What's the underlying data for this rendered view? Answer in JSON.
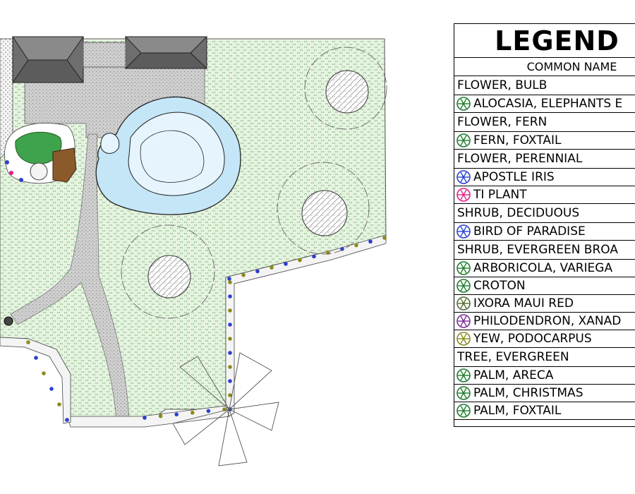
{
  "legend": {
    "title": "LEGEND",
    "subtitle": "COMMON NAME",
    "categories": [
      {
        "name": "FLOWER, BULB",
        "items": [
          {
            "label": "ALOCASIA, ELEPHANTS E",
            "icon": "alocasia-icon",
            "color": "#1b7d2d"
          }
        ]
      },
      {
        "name": "FLOWER, FERN",
        "items": [
          {
            "label": "FERN, FOXTAIL",
            "icon": "fern-icon",
            "color": "#1b7d2d"
          }
        ]
      },
      {
        "name": "FLOWER, PERENNIAL",
        "items": [
          {
            "label": "APOSTLE IRIS",
            "icon": "apostle-iris-icon",
            "color": "#2a3fcf"
          },
          {
            "label": "TI PLANT",
            "icon": "ti-plant-icon",
            "color": "#e0208a"
          }
        ]
      },
      {
        "name": "SHRUB, DECIDUOUS",
        "items": [
          {
            "label": "BIRD OF PARADISE",
            "icon": "bird-of-paradise-icon",
            "color": "#2a3fcf"
          }
        ]
      },
      {
        "name": "SHRUB, EVERGREEN BROA",
        "items": [
          {
            "label": "ARBORICOLA, VARIEGA",
            "icon": "arboricola-icon",
            "color": "#1b7d2d"
          },
          {
            "label": "CROTON",
            "icon": "croton-icon",
            "color": "#1b7d2d"
          },
          {
            "label": "IXORA MAUI RED",
            "icon": "ixora-icon",
            "color": "#556b2f"
          },
          {
            "label": "PHILODENDRON, XANAD",
            "icon": "philodendron-icon",
            "color": "#7b2a9a"
          },
          {
            "label": "YEW, PODOCARPUS",
            "icon": "yew-icon",
            "color": "#8b8b1a"
          }
        ]
      },
      {
        "name": "TREE, EVERGREEN",
        "items": [
          {
            "label": "PALM, ARECA",
            "icon": "palm-areca-icon",
            "color": "#1b7d2d"
          },
          {
            "label": "PALM, CHRISTMAS",
            "icon": "palm-christmas-icon",
            "color": "#1b7d2d"
          },
          {
            "label": "PALM, FOXTAIL",
            "icon": "palm-foxtail-icon",
            "color": "#1b7d2d"
          }
        ]
      }
    ]
  },
  "colors": {
    "lawn": "#e3f2dd",
    "lawn_hatch": "#1f7a1f",
    "pool_water": "#bfe3f6",
    "roof": "#707070",
    "driveway": "#b9b9b9",
    "mulch_bed": "#ffffff",
    "outline": "#000000"
  }
}
